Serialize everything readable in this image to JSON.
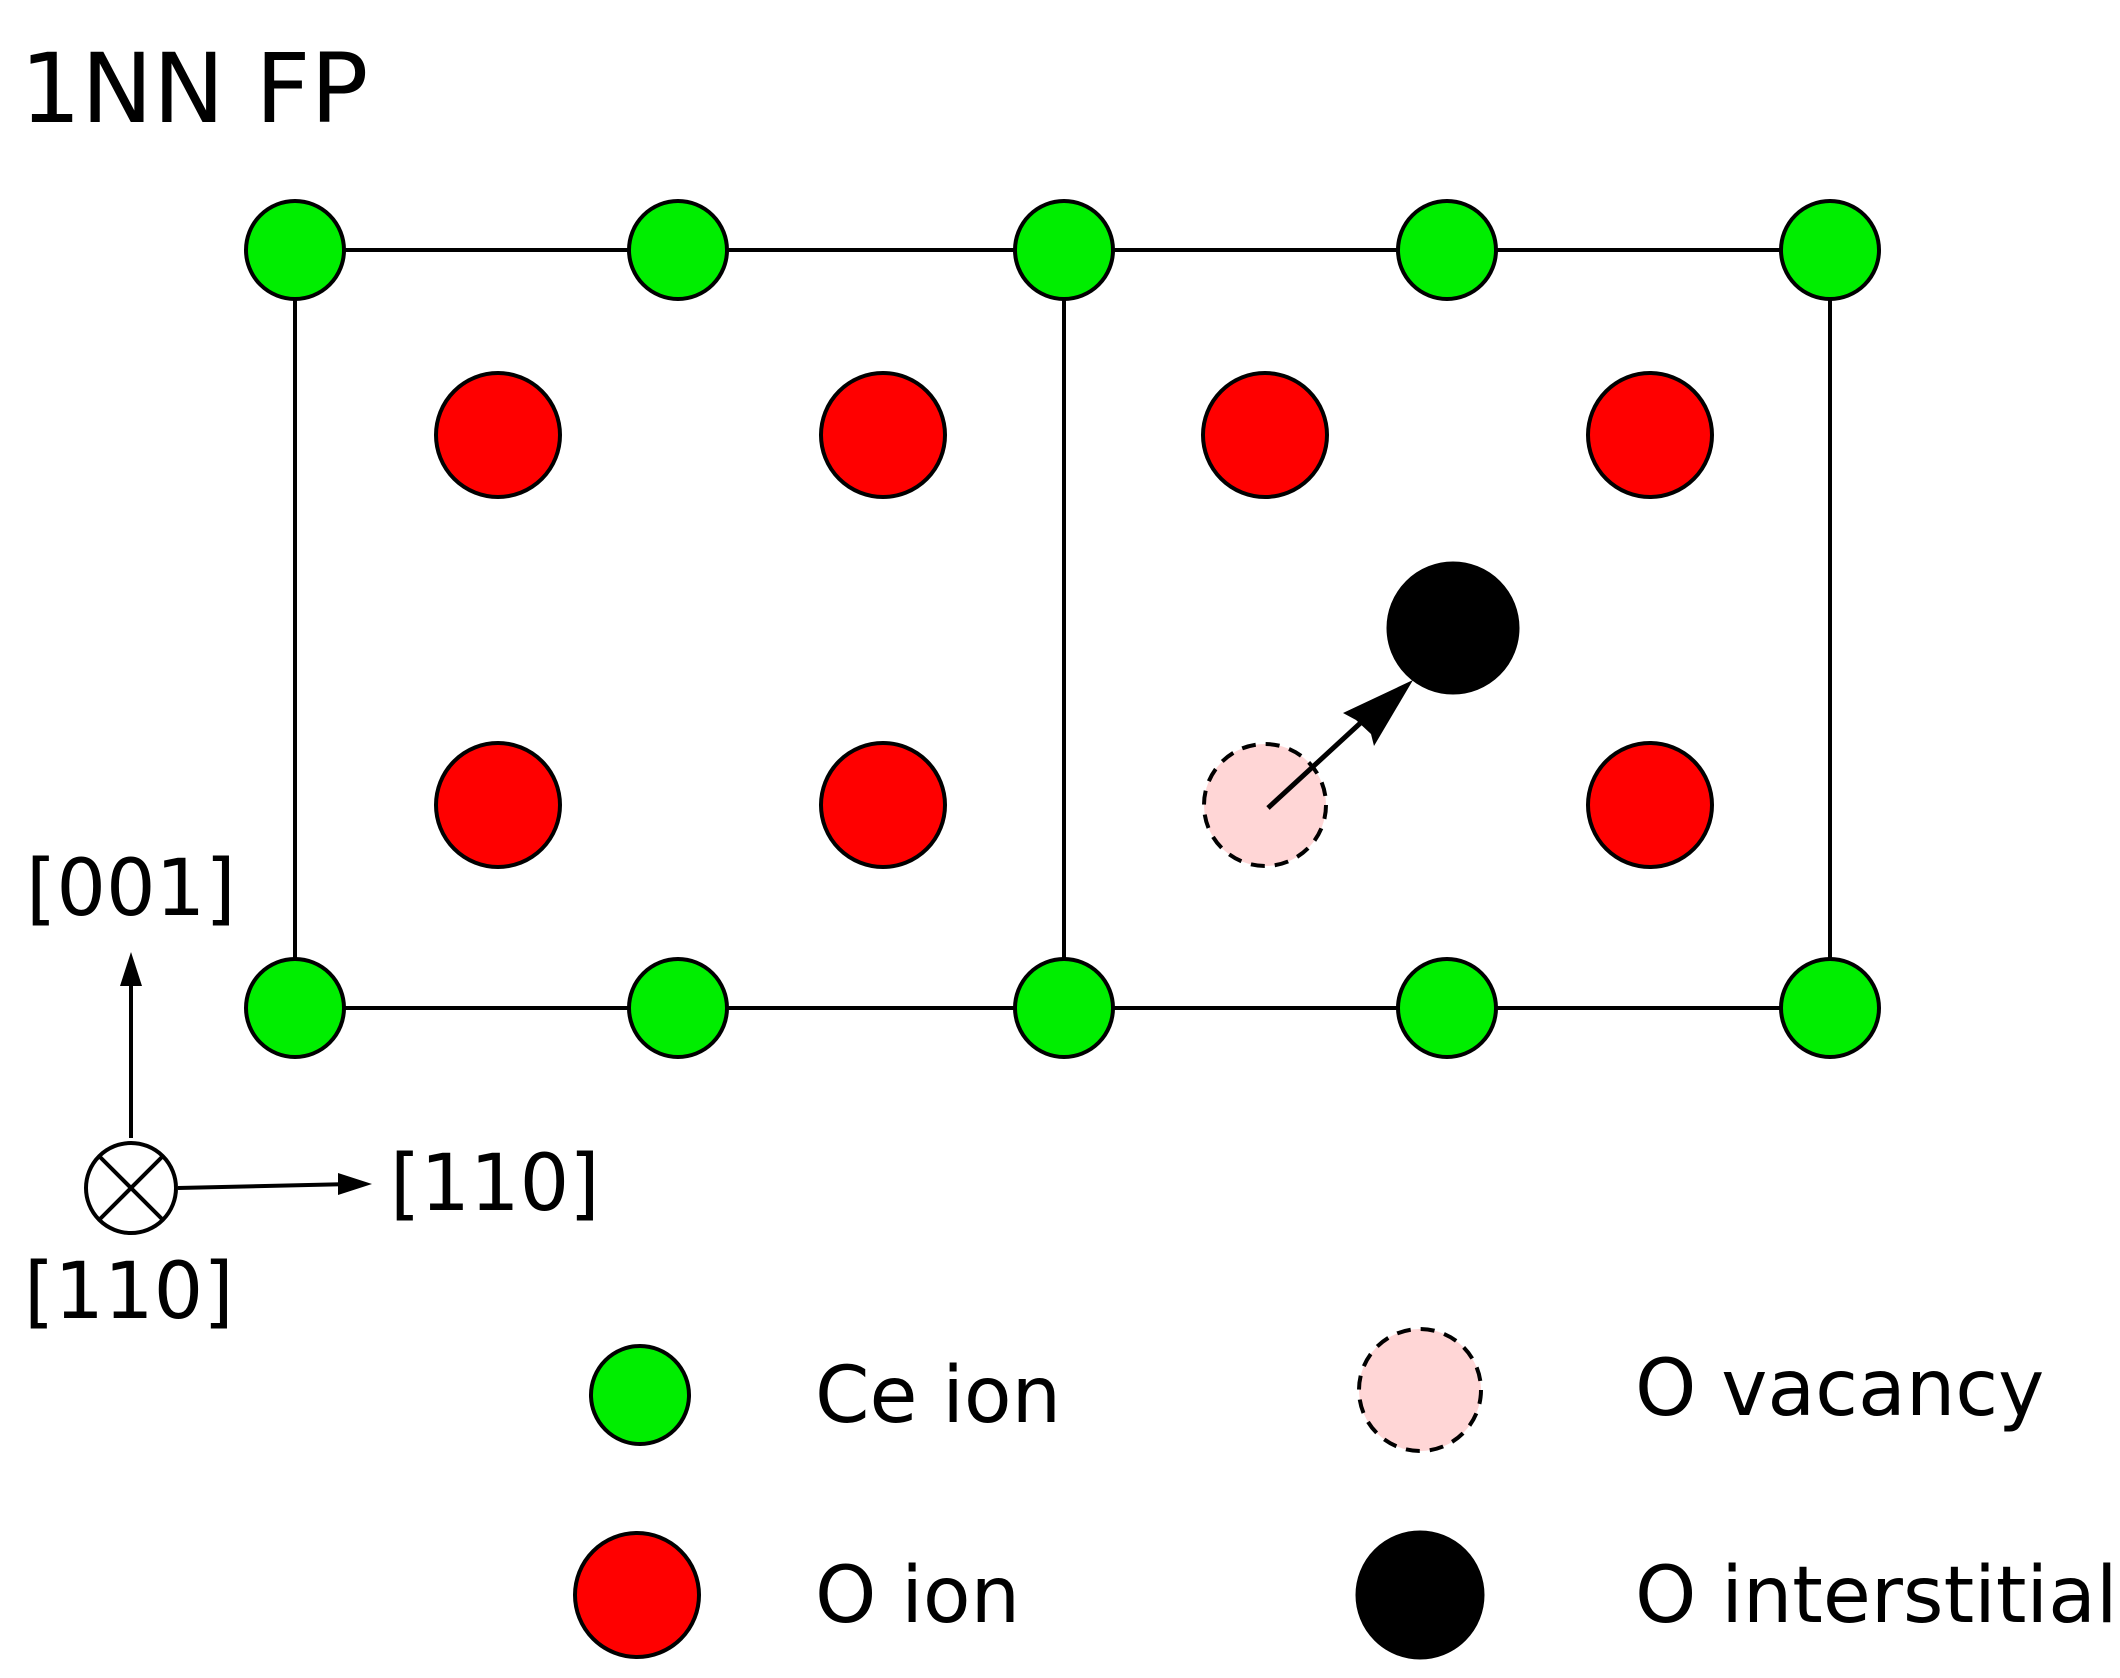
{
  "title": "1NN FP",
  "axes": {
    "vertical_label": "[001]",
    "horizontal_label": "[110]",
    "out_of_plane_label": "[110]"
  },
  "legend": {
    "ce_ion": "Ce ion",
    "o_ion": "O ion",
    "o_vacancy": "O vacancy",
    "o_interstitial": "O interstitial"
  },
  "colors": {
    "ce_ion": "#00ee00",
    "o_ion": "#ff0000",
    "o_vacancy": "#ffd6d6",
    "o_interstitial": "#000000",
    "line": "#000000"
  },
  "lattice": {
    "ce_columns": 5,
    "ce_rows": 2,
    "o_columns": 4,
    "o_rows": 2,
    "vacancy_site": {
      "column": 3,
      "row": 2
    },
    "interstitial": "displaced from vacancy site toward upper-right"
  }
}
